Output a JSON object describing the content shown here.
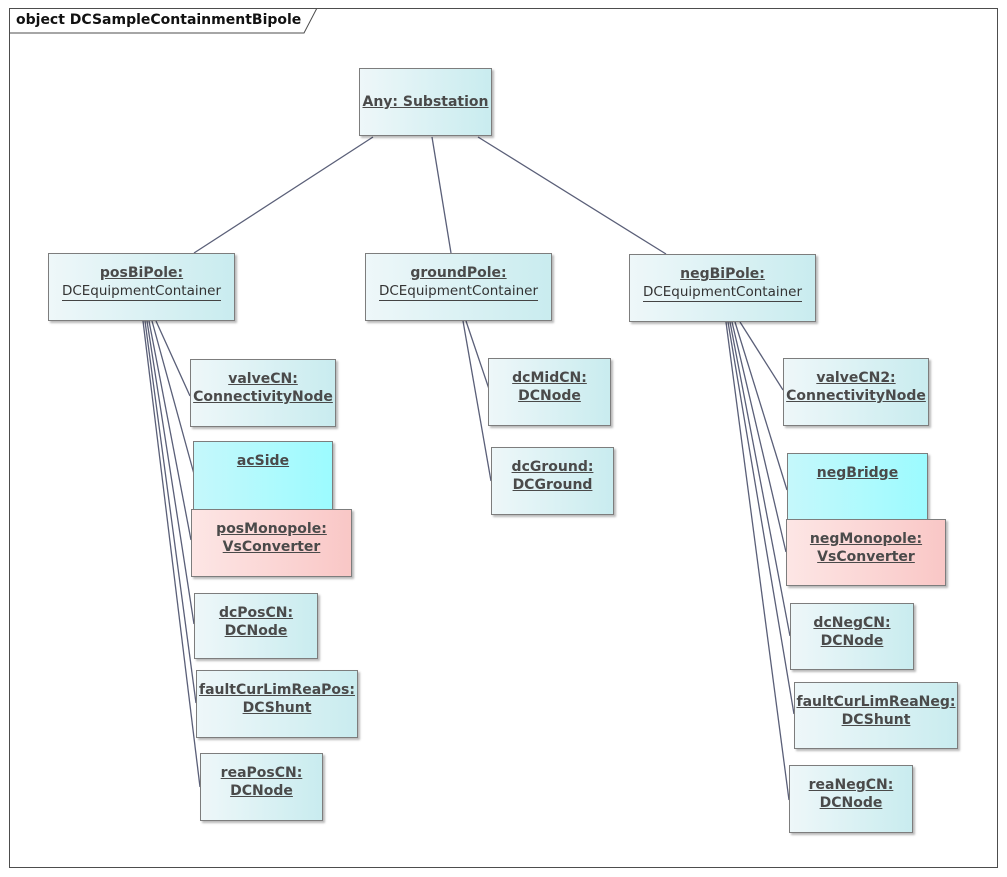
{
  "diagram": {
    "frame_title": "object DCSampleContainmentBipole"
  },
  "nodes": {
    "substation": {
      "line1": "Any: Substation",
      "line2": ""
    },
    "posBiPole": {
      "line1": "posBiPole:",
      "line2": "DCEquipmentContainer"
    },
    "groundPole": {
      "line1": "groundPole:",
      "line2": "DCEquipmentContainer"
    },
    "negBiPole": {
      "line1": "negBiPole:",
      "line2": "DCEquipmentContainer"
    },
    "valveCN": {
      "line1": "valveCN:",
      "line2": "ConnectivityNode"
    },
    "acSide": {
      "line1": "acSide",
      "line2": ""
    },
    "posMonopole": {
      "line1": "posMonopole:",
      "line2": "VsConverter"
    },
    "dcPosCN": {
      "line1": "dcPosCN:",
      "line2": "DCNode"
    },
    "faultCurLimReaPos": {
      "line1": "faultCurLimReaPos:",
      "line2": "DCShunt"
    },
    "reaPosCN": {
      "line1": "reaPosCN:",
      "line2": "DCNode"
    },
    "dcMidCN": {
      "line1": "dcMidCN:",
      "line2": "DCNode"
    },
    "dcGround": {
      "line1": "dcGround:",
      "line2": "DCGround"
    },
    "valveCN2": {
      "line1": "valveCN2:",
      "line2": "ConnectivityNode"
    },
    "negBridge": {
      "line1": "negBridge",
      "line2": ""
    },
    "negMonopole": {
      "line1": "negMonopole:",
      "line2": "VsConverter"
    },
    "dcNegCN": {
      "line1": "dcNegCN:",
      "line2": "DCNode"
    },
    "faultCurLimReaNeg": {
      "line1": "faultCurLimReaNeg:",
      "line2": "DCShunt"
    },
    "reaNegCN": {
      "line1": "reaNegCN:",
      "line2": "DCNode"
    }
  },
  "links": [
    [
      "substation",
      "posBiPole"
    ],
    [
      "substation",
      "groundPole"
    ],
    [
      "substation",
      "negBiPole"
    ],
    [
      "posBiPole",
      "valveCN"
    ],
    [
      "posBiPole",
      "acSide"
    ],
    [
      "posBiPole",
      "posMonopole"
    ],
    [
      "posBiPole",
      "dcPosCN"
    ],
    [
      "posBiPole",
      "faultCurLimReaPos"
    ],
    [
      "posBiPole",
      "reaPosCN"
    ],
    [
      "groundPole",
      "dcMidCN"
    ],
    [
      "groundPole",
      "dcGround"
    ],
    [
      "negBiPole",
      "valveCN2"
    ],
    [
      "negBiPole",
      "negBridge"
    ],
    [
      "negBiPole",
      "negMonopole"
    ],
    [
      "negBiPole",
      "dcNegCN"
    ],
    [
      "negBiPole",
      "faultCurLimReaNeg"
    ],
    [
      "negBiPole",
      "reaNegCN"
    ]
  ],
  "colors": {
    "object_fill": "#d9f1f3",
    "highlight_fill": "#a6faff",
    "converter_fill": "#fbd4d3",
    "line": "#5a5f78"
  }
}
